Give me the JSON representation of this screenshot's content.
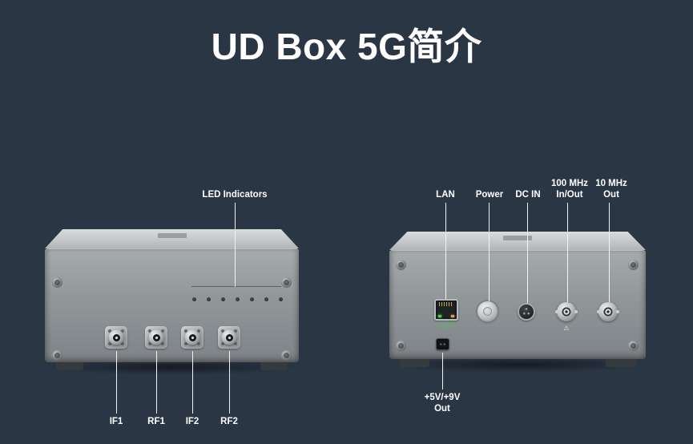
{
  "title": "UD Box 5G简介",
  "front_view": {
    "led_indicators_label": "LED Indicators",
    "ports": [
      {
        "label": "IF1"
      },
      {
        "label": "RF1"
      },
      {
        "label": "IF2"
      },
      {
        "label": "RF2"
      }
    ]
  },
  "rear_view": {
    "lan_label": "LAN",
    "power_label": "Power",
    "dc_in_label": "DC IN",
    "ref_inout_label": {
      "line1": "100 MHz",
      "line2": "In/Out"
    },
    "ref_out_label": {
      "line1": "10 MHz",
      "line2": "Out"
    },
    "dc_out_label": {
      "line1": "+5V/+9V",
      "line2": "Out"
    },
    "warning_glyph": "⚠"
  },
  "colors": {
    "background": "#2b3645",
    "label_text": "#ffffff",
    "lan_led_green": "#4ad14e",
    "lan_led_amber": "#e0a23f"
  }
}
